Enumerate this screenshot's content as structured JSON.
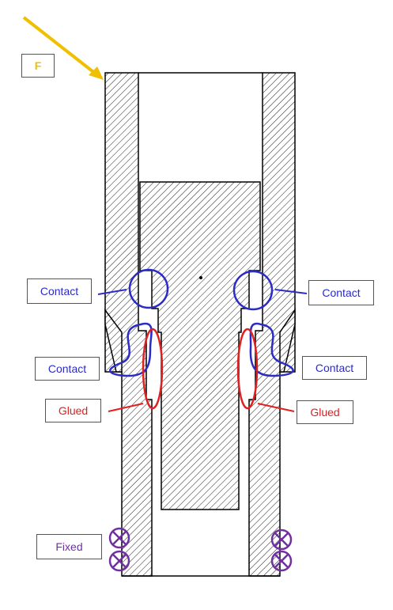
{
  "force": {
    "label": "F",
    "color": "#F0C000"
  },
  "labels": {
    "contact_upper_left": "Contact",
    "contact_upper_right": "Contact",
    "contact_lower_left": "Contact",
    "contact_lower_right": "Contact",
    "glued_left": "Glued",
    "glued_right": "Glued",
    "fixed": "Fixed"
  },
  "colors": {
    "contact": "#2B2BC8",
    "glued": "#E02020",
    "fixed": "#7030A0",
    "outline": "#000000"
  }
}
